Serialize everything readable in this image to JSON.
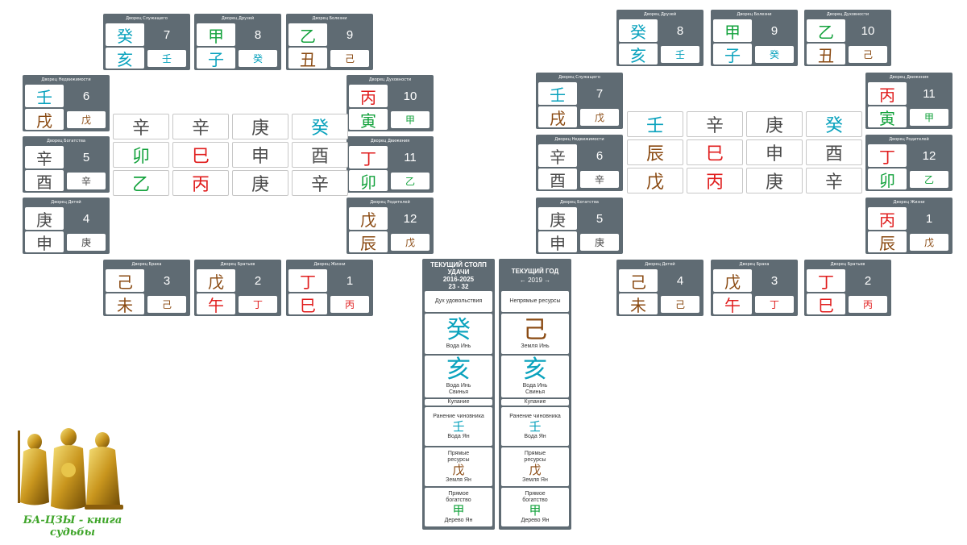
{
  "chart1": {
    "palaces": [
      {
        "title": "Дворец Служащего",
        "top": "癸",
        "num": "7",
        "branch": "亥",
        "hidden": "壬",
        "c_top": "water",
        "c_branch": "water",
        "c_hidden": "water"
      },
      {
        "title": "Дворец Друзей",
        "top": "甲",
        "num": "8",
        "branch": "子",
        "hidden": "癸",
        "c_top": "wood",
        "c_branch": "water",
        "c_hidden": "water"
      },
      {
        "title": "Дворец Болезни",
        "top": "乙",
        "num": "9",
        "branch": "丑",
        "hidden": "己",
        "c_top": "wood",
        "c_branch": "earth",
        "c_hidden": "earth"
      },
      {
        "title": "Дворец Недвижимости",
        "top": "壬",
        "num": "6",
        "branch": "戌",
        "hidden": "戊",
        "c_top": "water",
        "c_branch": "earth",
        "c_hidden": "earth"
      },
      {
        "title": "Дворец Духовности",
        "top": "丙",
        "num": "10",
        "branch": "寅",
        "hidden": "甲",
        "c_top": "fire",
        "c_branch": "wood",
        "c_hidden": "wood"
      },
      {
        "title": "Дворец Богатства",
        "top": "辛",
        "num": "5",
        "branch": "酉",
        "hidden": "辛",
        "c_top": "metal",
        "c_branch": "metal",
        "c_hidden": "metal"
      },
      {
        "title": "Дворец Движения",
        "top": "丁",
        "num": "11",
        "branch": "卯",
        "hidden": "乙",
        "c_top": "fire",
        "c_branch": "wood",
        "c_hidden": "wood"
      },
      {
        "title": "Дворец Детей",
        "top": "庚",
        "num": "4",
        "branch": "申",
        "hidden": "庚",
        "c_top": "metal",
        "c_branch": "metal",
        "c_hidden": "metal"
      },
      {
        "title": "Дворец Родителей",
        "top": "戊",
        "num": "12",
        "branch": "辰",
        "hidden": "戊",
        "c_top": "earth",
        "c_branch": "earth",
        "c_hidden": "earth"
      },
      {
        "title": "Дворец Брака",
        "top": "己",
        "num": "3",
        "branch": "未",
        "hidden": "己",
        "c_top": "earth",
        "c_branch": "earth",
        "c_hidden": "earth"
      },
      {
        "title": "Дворец Братьев",
        "top": "戊",
        "num": "2",
        "branch": "午",
        "hidden": "丁",
        "c_top": "earth",
        "c_branch": "fire",
        "c_hidden": "fire"
      },
      {
        "title": "Дворец Жизни",
        "top": "丁",
        "num": "1",
        "branch": "巳",
        "hidden": "丙",
        "c_top": "fire",
        "c_branch": "fire",
        "c_hidden": "fire"
      }
    ],
    "pillars": [
      [
        {
          "ch": "辛",
          "c": "metal"
        },
        {
          "ch": "辛",
          "c": "metal"
        },
        {
          "ch": "庚",
          "c": "metal"
        },
        {
          "ch": "癸",
          "c": "water"
        }
      ],
      [
        {
          "ch": "卯",
          "c": "wood"
        },
        {
          "ch": "巳",
          "c": "fire"
        },
        {
          "ch": "申",
          "c": "metal"
        },
        {
          "ch": "酉",
          "c": "metal"
        }
      ],
      [
        {
          "ch": "乙",
          "c": "wood"
        },
        {
          "ch": "丙",
          "c": "fire"
        },
        {
          "ch": "庚",
          "c": "metal"
        },
        {
          "ch": "辛",
          "c": "metal"
        }
      ]
    ]
  },
  "chart2": {
    "palaces": [
      {
        "title": "Дворец Друзей",
        "top": "癸",
        "num": "8",
        "branch": "亥",
        "hidden": "壬",
        "c_top": "water",
        "c_branch": "water",
        "c_hidden": "water"
      },
      {
        "title": "Дворец Болезни",
        "top": "甲",
        "num": "9",
        "branch": "子",
        "hidden": "癸",
        "c_top": "wood",
        "c_branch": "water",
        "c_hidden": "water"
      },
      {
        "title": "Дворец Духовности",
        "top": "乙",
        "num": "10",
        "branch": "丑",
        "hidden": "己",
        "c_top": "wood",
        "c_branch": "earth",
        "c_hidden": "earth"
      },
      {
        "title": "Дворец Служащего",
        "top": "壬",
        "num": "7",
        "branch": "戌",
        "hidden": "戊",
        "c_top": "water",
        "c_branch": "earth",
        "c_hidden": "earth"
      },
      {
        "title": "Дворец Движения",
        "top": "丙",
        "num": "11",
        "branch": "寅",
        "hidden": "甲",
        "c_top": "fire",
        "c_branch": "wood",
        "c_hidden": "wood"
      },
      {
        "title": "Дворец Недвижимости",
        "top": "辛",
        "num": "6",
        "branch": "酉",
        "hidden": "辛",
        "c_top": "metal",
        "c_branch": "metal",
        "c_hidden": "metal"
      },
      {
        "title": "Дворец Родителей",
        "top": "丁",
        "num": "12",
        "branch": "卯",
        "hidden": "乙",
        "c_top": "fire",
        "c_branch": "wood",
        "c_hidden": "wood"
      },
      {
        "title": "Дворец Богатства",
        "top": "庚",
        "num": "5",
        "branch": "申",
        "hidden": "庚",
        "c_top": "metal",
        "c_branch": "metal",
        "c_hidden": "metal"
      },
      {
        "title": "Дворец Жизни",
        "top": "丙",
        "num": "1",
        "branch": "辰",
        "hidden": "戊",
        "c_top": "fire",
        "c_branch": "earth",
        "c_hidden": "earth"
      },
      {
        "title": "Дворец Детей",
        "top": "己",
        "num": "4",
        "branch": "未",
        "hidden": "己",
        "c_top": "earth",
        "c_branch": "earth",
        "c_hidden": "earth"
      },
      {
        "title": "Дворец Брака",
        "top": "戊",
        "num": "3",
        "branch": "午",
        "hidden": "丁",
        "c_top": "earth",
        "c_branch": "fire",
        "c_hidden": "fire"
      },
      {
        "title": "Дворец Братьев",
        "top": "丁",
        "num": "2",
        "branch": "巳",
        "hidden": "丙",
        "c_top": "fire",
        "c_branch": "fire",
        "c_hidden": "fire"
      }
    ],
    "pillars": [
      [
        {
          "ch": "壬",
          "c": "water"
        },
        {
          "ch": "辛",
          "c": "metal"
        },
        {
          "ch": "庚",
          "c": "metal"
        },
        {
          "ch": "癸",
          "c": "water"
        }
      ],
      [
        {
          "ch": "辰",
          "c": "earth"
        },
        {
          "ch": "巳",
          "c": "fire"
        },
        {
          "ch": "申",
          "c": "metal"
        },
        {
          "ch": "酉",
          "c": "metal"
        }
      ],
      [
        {
          "ch": "戊",
          "c": "earth"
        },
        {
          "ch": "丙",
          "c": "fire"
        },
        {
          "ch": "庚",
          "c": "metal"
        },
        {
          "ch": "辛",
          "c": "metal"
        }
      ]
    ]
  },
  "luck": {
    "title": "ТЕКУЩИЙ СТОЛП УДАЧИ",
    "years": "2016-2025",
    "ages": "23 - 32",
    "spirit": "Дух удовольствия",
    "stem": "癸",
    "stem_c": "water",
    "stem_el": "Вода Инь",
    "branch": "亥",
    "branch_c": "water",
    "branch_el": "Вода Инь",
    "branch_animal": "Свинья",
    "stage": "Купание",
    "h1_label": "Ранение чиновника",
    "h1_ch": "壬",
    "h1_c": "water",
    "h1_el": "Вода Ян",
    "h2_label": "Прямые ресурсы",
    "h2_ch": "戊",
    "h2_c": "earth",
    "h2_el": "Земля Ян",
    "h3_label": "Прямое богатство",
    "h3_ch": "甲",
    "h3_c": "wood",
    "h3_el": "Дерево Ян"
  },
  "year": {
    "title": "ТЕКУЩИЙ ГОД",
    "nav": "← 2019 →",
    "spirit": "Непрямые ресурсы",
    "stem": "己",
    "stem_c": "earth",
    "stem_el": "Земля Инь",
    "branch": "亥",
    "branch_c": "water",
    "branch_el": "Вода Инь",
    "branch_animal": "Свинья",
    "stage": "Купание",
    "h1_label": "Ранение чиновника",
    "h1_ch": "壬",
    "h1_c": "water",
    "h1_el": "Вода Ян",
    "h2_label": "Прямые ресурсы",
    "h2_ch": "戊",
    "h2_c": "earth",
    "h2_el": "Земля Ян",
    "h3_label": "Прямое богатство",
    "h3_ch": "甲",
    "h3_c": "wood",
    "h3_el": "Дерево Ян"
  },
  "logo": {
    "text": "БА-ЦЗЫ - книга судьбы",
    "icon": "three-star-gods-figurine-icon"
  },
  "colors": {
    "water": "#0aa2bd",
    "wood": "#13a23c",
    "earth": "#8a4a12",
    "fire": "#e01d1d",
    "metal": "#4b4b4b",
    "panel": "#5f6b73"
  }
}
